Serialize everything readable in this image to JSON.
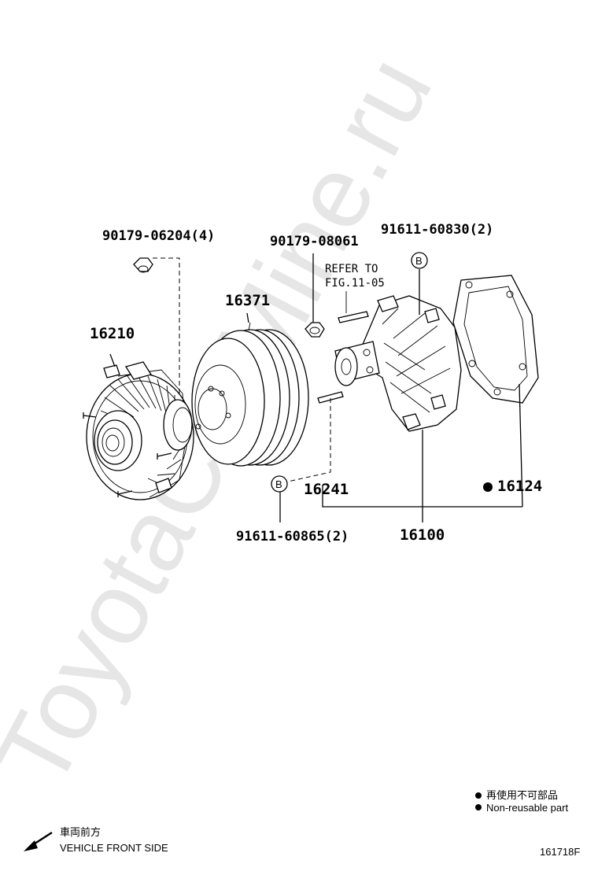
{
  "watermark": "ToyotaCarMine.ru",
  "parts": {
    "nut_0620": "90179-06204(4)",
    "nut_0806": "90179-08061",
    "stud_60830": "91611-60830(2)",
    "stud_60865": "91611-60865(2)",
    "fan_clutch": "16210",
    "pulley": "16371",
    "pump_assy": "16100",
    "stud_16241": "16241",
    "gasket": "16124"
  },
  "refer": {
    "line1": "REFER TO",
    "line2": "FIG.11-05"
  },
  "markers": {
    "b_top": "B",
    "b_bottom": "B"
  },
  "legend": {
    "jp": "再使用不可部品",
    "en": "Non-reusable part"
  },
  "direction": {
    "jp": "車両前方",
    "en": "VEHICLE FRONT SIDE"
  },
  "figure_id": "161718F"
}
